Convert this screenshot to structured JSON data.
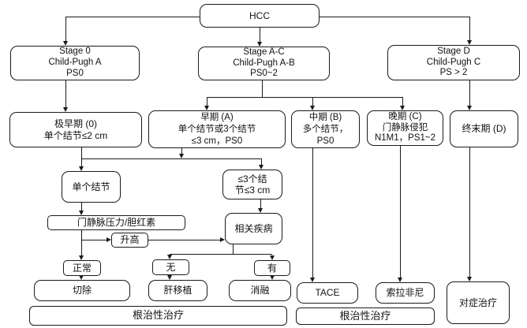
{
  "diagram": {
    "type": "flowchart",
    "topic": "HCC staging and treatment algorithm",
    "colors": {
      "line": "#1a1a1a",
      "box_fill": "#ffffff",
      "text": "#111111",
      "background": "#ffffff"
    }
  },
  "nodes": {
    "hcc": {
      "lines": [
        "HCC"
      ]
    },
    "stage0": {
      "lines": [
        "Stage 0",
        "Child-Pugh A",
        "PS0"
      ]
    },
    "stage_ac": {
      "lines": [
        "Stage A-C",
        "Child-Pugh A-B",
        "PS0~2"
      ]
    },
    "stage_d": {
      "lines": [
        "Stage D",
        "Child-Pugh C",
        "PS > 2"
      ]
    },
    "very_early": {
      "lines": [
        "极早期 (0)",
        "单个结节≤2 cm"
      ]
    },
    "early": {
      "lines": [
        "早期 (A)",
        "单个结节或3个结节",
        "≤3 cm，PS0"
      ]
    },
    "intermediate": {
      "lines": [
        "中期 (B)",
        "多个结节，",
        "PS0"
      ]
    },
    "advanced": {
      "lines": [
        "晚期 (C)",
        "门静脉侵犯",
        "N1M1，PS1~2"
      ]
    },
    "terminal": {
      "lines": [
        "终末期 (D)"
      ]
    },
    "single_nodule": {
      "lines": [
        "单个结节"
      ]
    },
    "le3_nodules": {
      "lines": [
        "≤3个结",
        "节≤3 cm"
      ]
    },
    "portal_pressure": {
      "lines": [
        "门静脉压力/胆红素"
      ]
    },
    "elevated": {
      "lines": [
        "升高"
      ]
    },
    "associated_disease": {
      "lines": [
        "相关疾病"
      ]
    },
    "normal": {
      "lines": [
        "正常"
      ]
    },
    "no": {
      "lines": [
        "无"
      ]
    },
    "yes": {
      "lines": [
        "有"
      ]
    },
    "resection": {
      "lines": [
        "切除"
      ]
    },
    "liver_transplant": {
      "lines": [
        "肝移植"
      ]
    },
    "ablation": {
      "lines": [
        "消融"
      ]
    },
    "tace": {
      "lines": [
        "TACE"
      ]
    },
    "sorafenib": {
      "lines": [
        "索拉非尼"
      ]
    },
    "symptomatic_care": {
      "lines": [
        "对症治疗"
      ]
    },
    "curative_bar_left": {
      "lines": [
        "根治性治疗"
      ]
    },
    "curative_bar_right": {
      "lines": [
        "根治性治疗"
      ]
    }
  }
}
